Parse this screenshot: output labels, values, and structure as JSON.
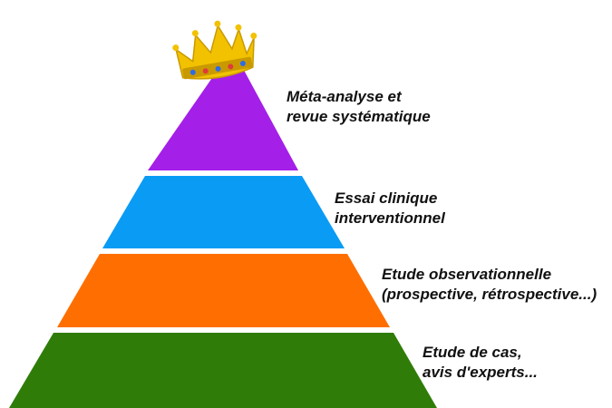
{
  "pyramid": {
    "levels": [
      {
        "line1": "Méta-analyse et",
        "line2": "revue systématique",
        "color": "#a41fe8"
      },
      {
        "line1": "Essai clinique",
        "line2": "interventionnel",
        "color": "#0a9bf5"
      },
      {
        "line1": "Etude observationnelle",
        "line2": "(prospective, rétrospective...)",
        "color": "#ff6e00"
      },
      {
        "line1": "Etude de cas,",
        "line2": "avis d'experts...",
        "color": "#2f7d08"
      }
    ],
    "crown": {
      "icon": "crown-icon",
      "gold": "#f2c200",
      "gold_dark": "#c99a00",
      "jewel_colors": [
        "#2e6be6",
        "#e03a3a",
        "#2e6be6",
        "#e03a3a",
        "#2e6be6"
      ]
    }
  }
}
